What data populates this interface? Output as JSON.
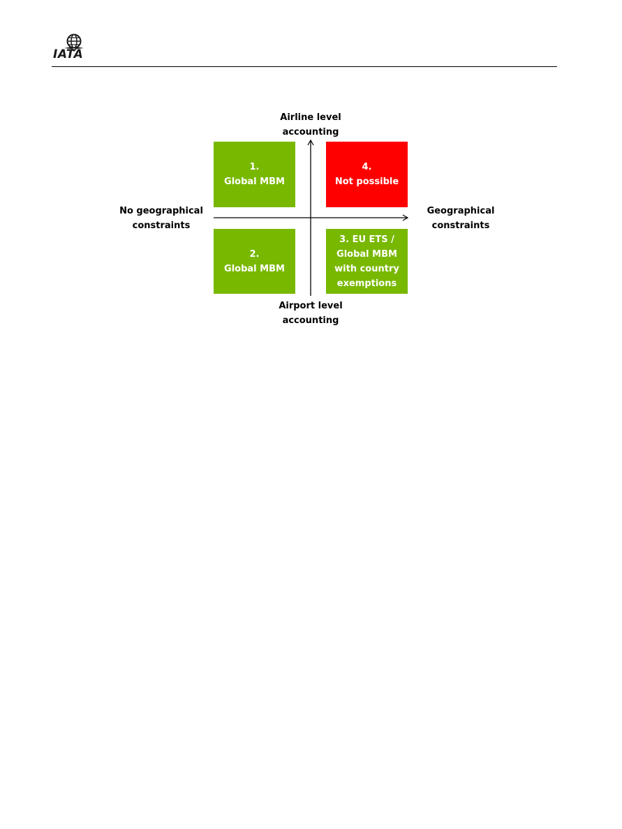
{
  "header": {
    "logo_text": "IATA",
    "logo_icon": "iata-globe-logo"
  },
  "diagram": {
    "axis_top": [
      "Airline level",
      "accounting"
    ],
    "axis_bottom": [
      "Airport level",
      "accounting"
    ],
    "axis_left": [
      "No geographical",
      "constraints"
    ],
    "axis_right": [
      "Geographical",
      "constraints"
    ],
    "quadrants": [
      {
        "id": "q1",
        "lines": [
          "1.",
          "Global MBM"
        ],
        "color": "#78b800"
      },
      {
        "id": "q4",
        "lines": [
          "4.",
          "Not possible"
        ],
        "color": "#ff0000"
      },
      {
        "id": "q2",
        "lines": [
          "2.",
          "Global MBM"
        ],
        "color": "#78b800"
      },
      {
        "id": "q3",
        "lines": [
          "3. EU ETS /",
          "Global MBM",
          "with country",
          "exemptions"
        ],
        "color": "#78b800"
      }
    ]
  }
}
